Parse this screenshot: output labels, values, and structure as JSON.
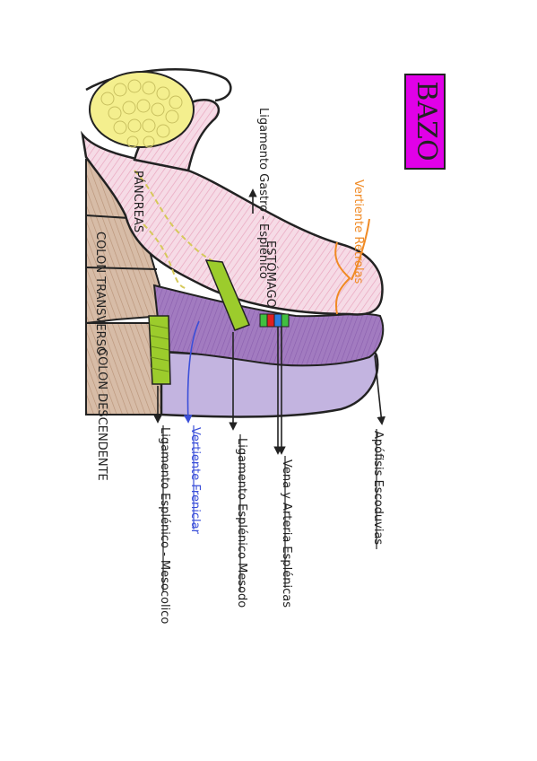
{
  "title": "BAZO",
  "colors": {
    "title_bg": "#e100e8",
    "stomach": "#f6dbe6",
    "stomach_hatch": "#e9a6bf",
    "spleen_dark": "#a27bc0",
    "spleen_light": "#c3b4e0",
    "colon": "#cfb39d",
    "pancreas_fat": "#f4ef8e",
    "ligament_green": "#9ccc2c",
    "vessel_red": "#e02020",
    "vessel_blue": "#2a7de0",
    "vessel_green": "#40c040",
    "orange": "#f08a24",
    "blue_label": "#3b4fd9",
    "ink": "#222222"
  },
  "labels": {
    "vertiente_retrolas": "Vertiente Retrolas",
    "ligamento_gastro": "Ligamento Gastro - Esplénico",
    "estomago": "ESTÓMAGO",
    "pancreas": "PÁNCREAS",
    "colon_transverso": "COLON TRANSVERSO",
    "colon_descendente": "COLON DESCENDENTE",
    "apofisis": "Apófisis Escoduvias",
    "vena_arteria": "Vena y Arteria Esplénicas",
    "ligamento_esplenico_mesodo": "Ligamento Esplénico Mesodo",
    "vertiente_freniclar": "Vertiente Freniclar",
    "ligamento_esplenico_mesocolico": "Ligamento Esplénico - Mesocolico"
  }
}
